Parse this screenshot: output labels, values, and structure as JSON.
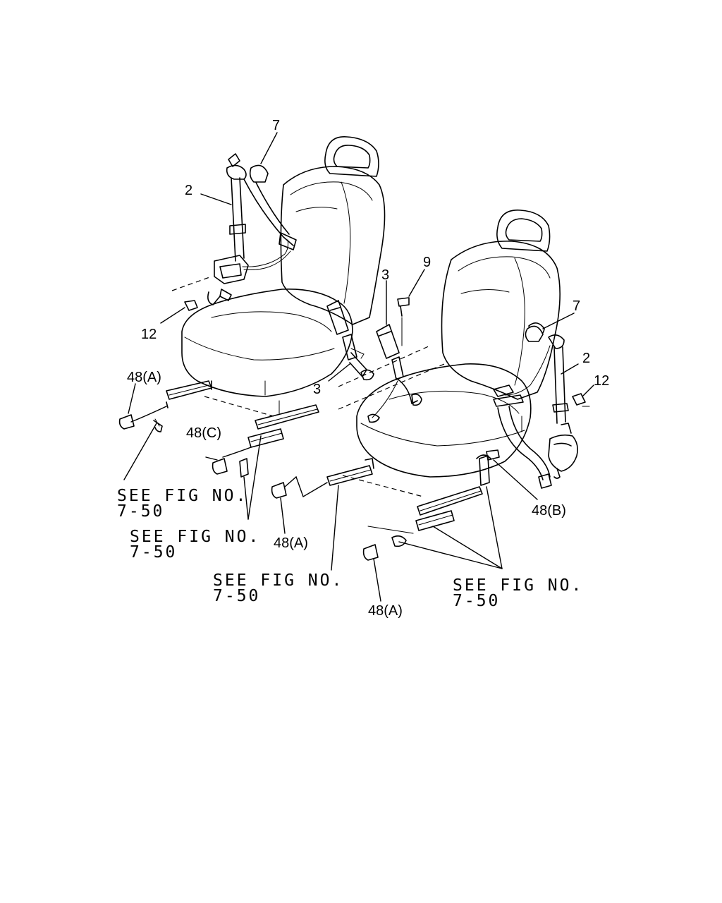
{
  "callouts": {
    "c7_left": "7",
    "c2_left": "2",
    "c12_left": "12",
    "c3_upper": "3",
    "c9": "9",
    "c3_lower": "3",
    "c7_right": "7",
    "c2_right": "2",
    "c12_right": "12",
    "c48a_1": "48(A)",
    "c48c": "48(C)",
    "c48a_2": "48(A)",
    "c48a_3": "48(A)",
    "c48b": "48(B)"
  },
  "references": [
    {
      "line1": "SEE FIG NO.",
      "line2": "7-50"
    },
    {
      "line1": "SEE FIG NO.",
      "line2": "7-50"
    },
    {
      "line1": "SEE FIG NO.",
      "line2": "7-50"
    },
    {
      "line1": "SEE FIG NO.",
      "line2": "7-50"
    }
  ]
}
